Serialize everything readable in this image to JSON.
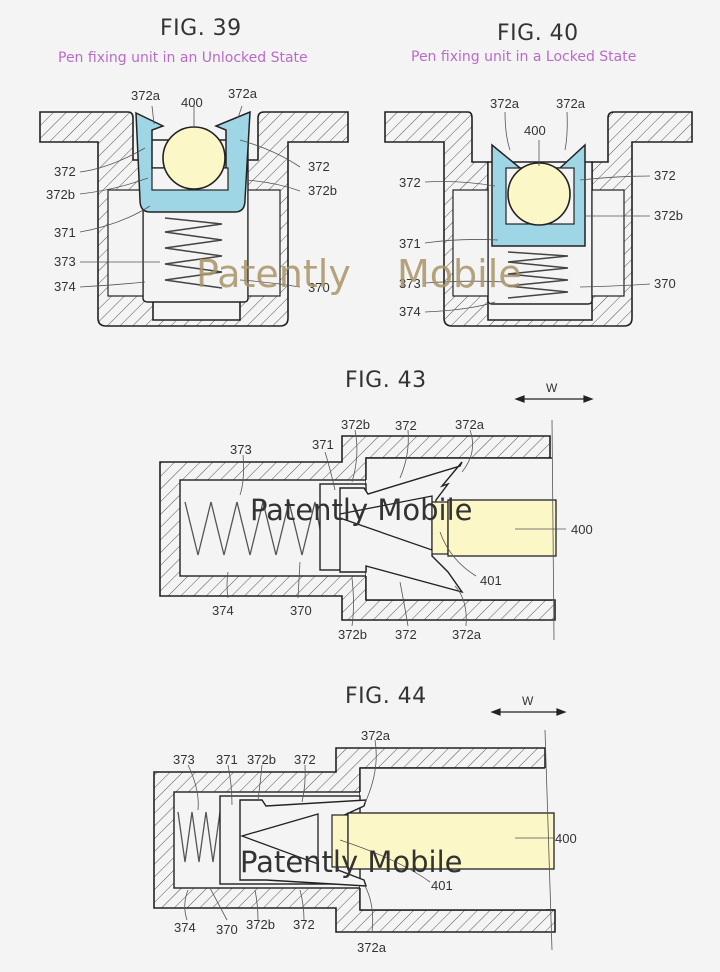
{
  "colors": {
    "background": "#f4f4f4",
    "subtitle": "#b86cc8",
    "clip_blue": "#9fd6e6",
    "pen_yellow": "#fbf7c6",
    "watermark_fig39_40": "#a89468",
    "watermark_fig43_44": "#333333",
    "line": "#222222"
  },
  "watermark": {
    "text_left": "Patently",
    "text_right": "Mobile",
    "text_full": "Patently Mobile"
  },
  "fig39": {
    "title": "FIG. 39",
    "subtitle": "Pen fixing unit in an Unlocked State",
    "labels": {
      "l372a_left": "372a",
      "l400": "400",
      "l372a_right": "372a",
      "l372_left": "372",
      "l372_right": "372",
      "l372b_left": "372b",
      "l372b_right": "372b",
      "l371": "371",
      "l373": "373",
      "l374": "374",
      "l370": "370"
    }
  },
  "fig40": {
    "title": "FIG. 40",
    "subtitle": "Pen fixing unit in a Locked State",
    "labels": {
      "l372a_left": "372a",
      "l372a_right": "372a",
      "l400": "400",
      "l372_left": "372",
      "l372_right": "372",
      "l372b": "372b",
      "l371": "371",
      "l373": "373",
      "l374": "374",
      "l370": "370"
    }
  },
  "fig43": {
    "title": "FIG. 43",
    "direction": "W",
    "labels": {
      "l373": "373",
      "l371": "371",
      "l372b_top": "372b",
      "l372_top": "372",
      "l372a_top": "372a",
      "l400": "400",
      "l401": "401",
      "l374": "374",
      "l370": "370",
      "l372b_bot": "372b",
      "l372_bot": "372",
      "l372a_bot": "372a"
    }
  },
  "fig44": {
    "title": "FIG. 44",
    "direction": "W",
    "labels": {
      "l372a_top": "372a",
      "l373": "373",
      "l371": "371",
      "l372b_top": "372b",
      "l372_top": "372",
      "l400": "400",
      "l401": "401",
      "l374": "374",
      "l370": "370",
      "l372b_bot": "372b",
      "l372_bot": "372",
      "l372a_bot": "372a"
    }
  }
}
